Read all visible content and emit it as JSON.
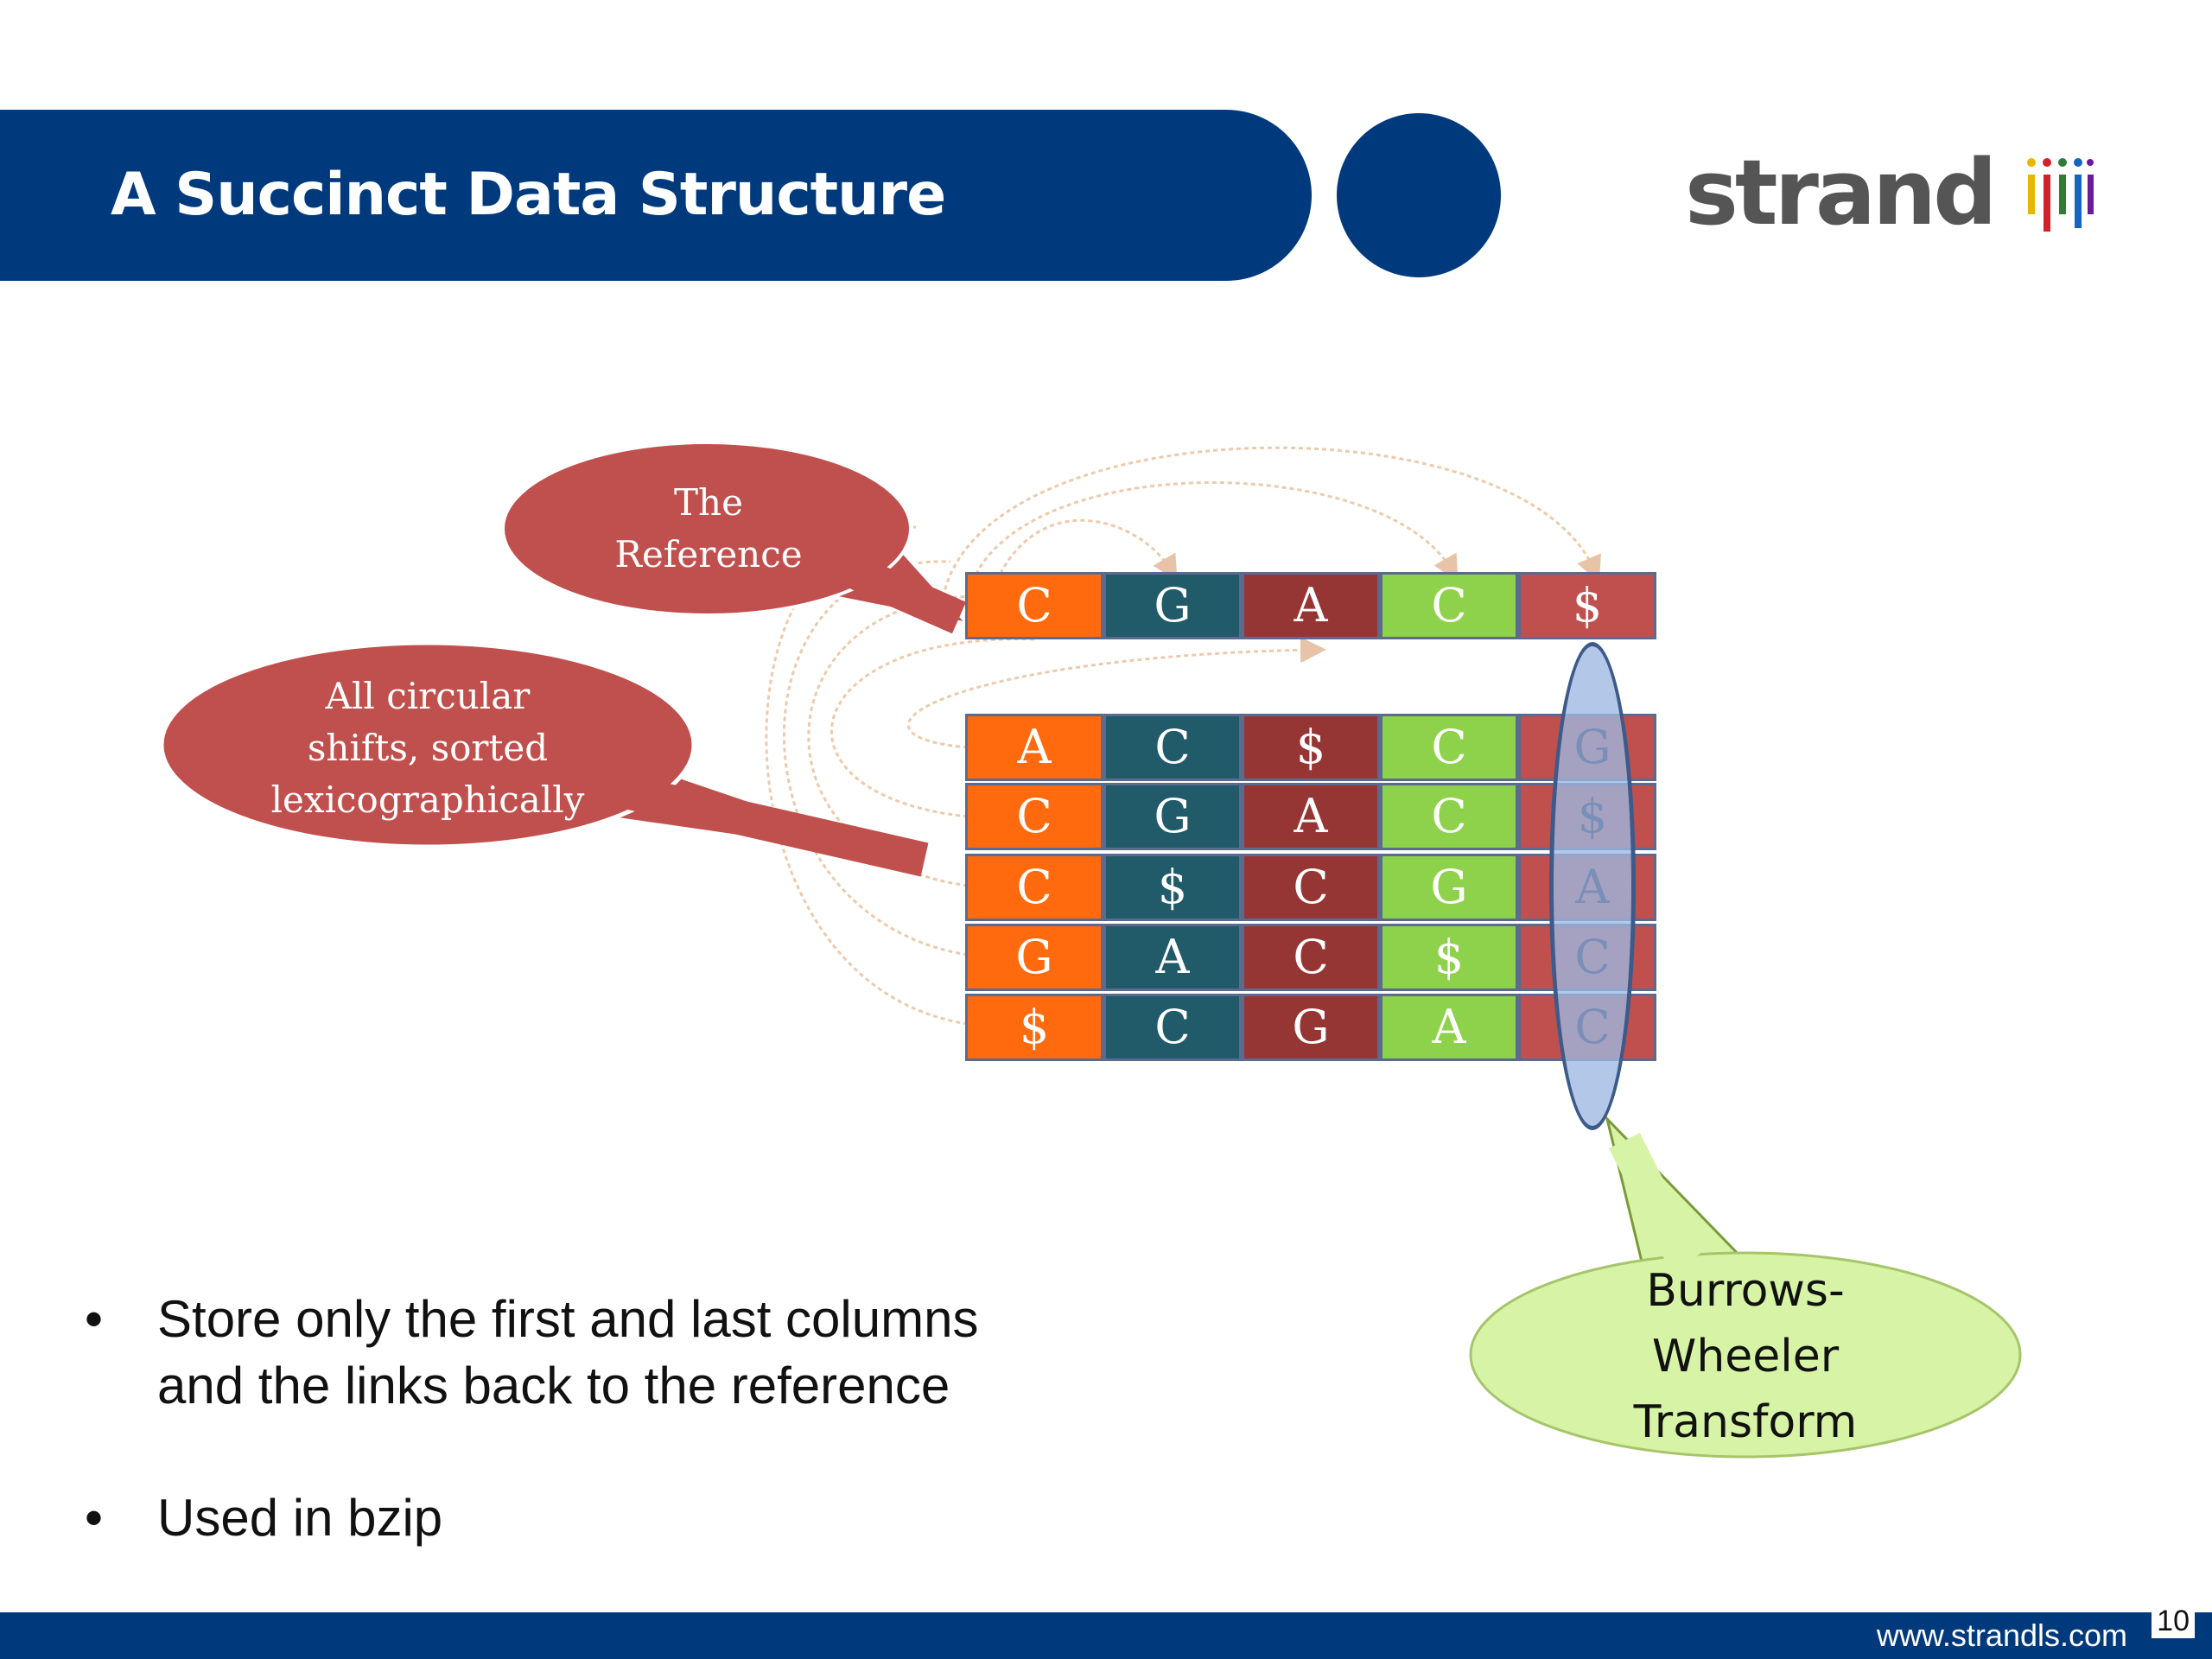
{
  "slide": {
    "title": "A Succinct Data Structure",
    "logo_text": "strand",
    "footer_url": "www.strandls.com",
    "page_number": "10"
  },
  "diagram": {
    "reference_row": [
      "C",
      "G",
      "A",
      "C",
      "$"
    ],
    "rotation_rows": [
      [
        "A",
        "C",
        "$",
        "C",
        "G"
      ],
      [
        "C",
        "G",
        "A",
        "C",
        "$"
      ],
      [
        "C",
        "$",
        "C",
        "G",
        "A"
      ],
      [
        "G",
        "A",
        "C",
        "$",
        "C"
      ],
      [
        "$",
        "C",
        "G",
        "A",
        "C"
      ]
    ],
    "callouts": {
      "reference": [
        "The",
        "Reference"
      ],
      "shifts": [
        "All circular",
        "shifts, sorted",
        "lexicographically"
      ],
      "bwt": [
        "Burrows-",
        "Wheeler",
        "Transform"
      ]
    },
    "column_colors": [
      "#FF6A0E",
      "#215A69",
      "#963634",
      "#8ED14B",
      "#C0504D"
    ]
  },
  "bullets": [
    {
      "lines": [
        "Store only the first and last columns",
        "and the links back to the reference"
      ]
    },
    {
      "lines": [
        "Used in bzip"
      ]
    }
  ],
  "colors": {
    "brand_blue": "#003A7D",
    "callout_red": "#C0504D",
    "callout_green": "#D7F4A6"
  }
}
